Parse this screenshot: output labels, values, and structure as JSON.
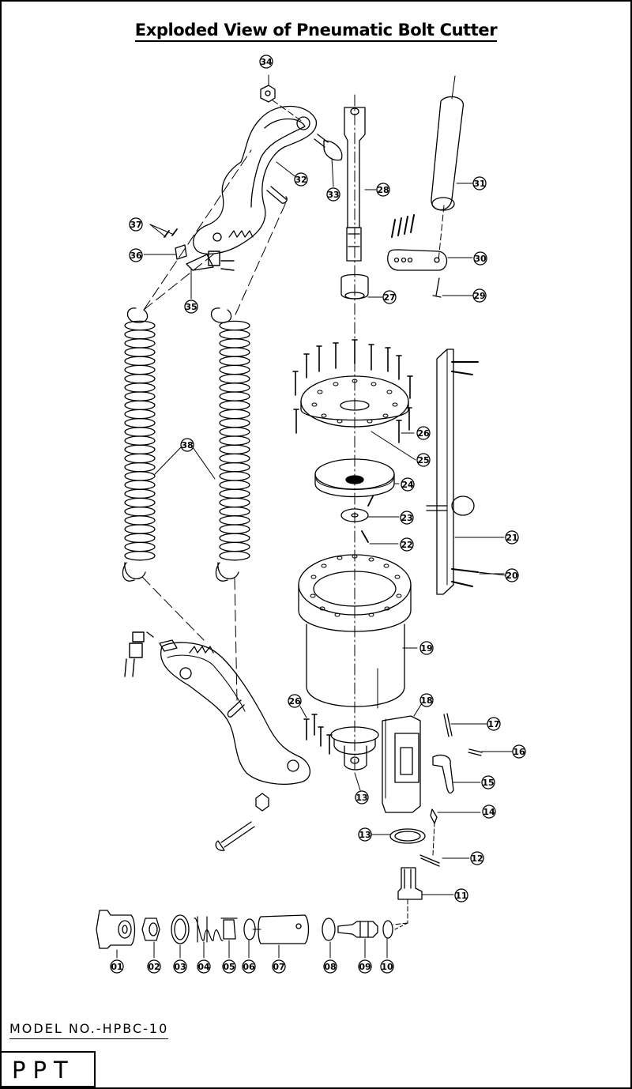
{
  "title": "Exploded View of Pneumatic Bolt Cutter",
  "model": "MODEL NO.-HPBC-10",
  "brand": "PPT",
  "callouts": [
    {
      "id": "c01",
      "num": "01"
    },
    {
      "id": "c02",
      "num": "02"
    },
    {
      "id": "c03",
      "num": "03"
    },
    {
      "id": "c04",
      "num": "04"
    },
    {
      "id": "c05",
      "num": "05"
    },
    {
      "id": "c06",
      "num": "06"
    },
    {
      "id": "c07",
      "num": "07"
    },
    {
      "id": "c08",
      "num": "08"
    },
    {
      "id": "c09",
      "num": "09"
    },
    {
      "id": "c10",
      "num": "10"
    },
    {
      "id": "c11",
      "num": "11"
    },
    {
      "id": "c12",
      "num": "12"
    },
    {
      "id": "c13a",
      "num": "13"
    },
    {
      "id": "c13b",
      "num": "13"
    },
    {
      "id": "c14",
      "num": "14"
    },
    {
      "id": "c15",
      "num": "15"
    },
    {
      "id": "c16",
      "num": "16"
    },
    {
      "id": "c17",
      "num": "17"
    },
    {
      "id": "c18",
      "num": "18"
    },
    {
      "id": "c19",
      "num": "19"
    },
    {
      "id": "c20",
      "num": "20"
    },
    {
      "id": "c21",
      "num": "21"
    },
    {
      "id": "c22",
      "num": "22"
    },
    {
      "id": "c23",
      "num": "23"
    },
    {
      "id": "c24",
      "num": "24"
    },
    {
      "id": "c25",
      "num": "25"
    },
    {
      "id": "c26a",
      "num": "26"
    },
    {
      "id": "c26b",
      "num": "26"
    },
    {
      "id": "c27",
      "num": "27"
    },
    {
      "id": "c28",
      "num": "28"
    },
    {
      "id": "c29",
      "num": "29"
    },
    {
      "id": "c30",
      "num": "30"
    },
    {
      "id": "c31",
      "num": "31"
    },
    {
      "id": "c32",
      "num": "32"
    },
    {
      "id": "c33",
      "num": "33"
    },
    {
      "id": "c34",
      "num": "34"
    },
    {
      "id": "c35",
      "num": "35"
    },
    {
      "id": "c36",
      "num": "36"
    },
    {
      "id": "c37",
      "num": "37"
    },
    {
      "id": "c38",
      "num": "38"
    }
  ]
}
